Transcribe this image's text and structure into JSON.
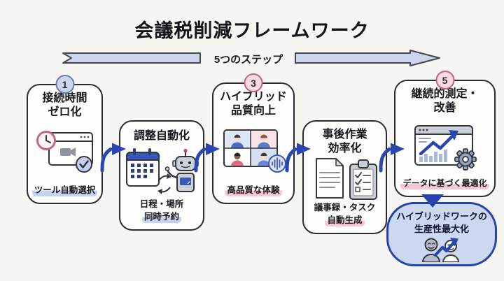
{
  "page": {
    "title": "会議税削減フレームワーク",
    "subtitle": "5つのステップ"
  },
  "colors": {
    "background": "#f5f5f2",
    "card_border": "#2b2b30",
    "flow_arrow_blue": "#2a47b0",
    "ribbon_fill": "#cdd5ee",
    "highlight_blue": "#c6d2ee",
    "highlight_pink": "#f6c8d3",
    "badge_blue_fill": "#ccd6ee",
    "badge_blue_border": "#6b7aa8",
    "badge_pink_fill": "#f8dbe0",
    "badge_pink_border": "#c2607a",
    "outcome_border": "#2742ae",
    "outcome_fill": "#ccd8ef"
  },
  "steps": [
    {
      "badge": "1",
      "title1": "接続時間",
      "title2": "ゼロ化",
      "pre_label": "",
      "label": "ツール自動選択",
      "highlight": "blue",
      "icon": "clock-browser-video-check-icon"
    },
    {
      "badge": "",
      "title1": "調整自動化",
      "title2": "",
      "pre_label": "日程・場所",
      "label": "同時予約",
      "highlight": "blue",
      "icon": "calendar-robot-icon"
    },
    {
      "badge": "3",
      "title1": "ハイブリッド",
      "title2": "品質向上",
      "pre_label": "",
      "label": "高品質な体験",
      "highlight": "pink",
      "icon": "video-call-grid-audio-icon"
    },
    {
      "badge": "",
      "title1": "事後作業",
      "title2": "効率化",
      "pre_label": "議事録・タスク",
      "label": "自動生成",
      "highlight": "pink",
      "icon": "document-checklist-icon"
    },
    {
      "badge": "5",
      "title1": "継続的測定・",
      "title2": "改善",
      "pre_label": "",
      "label": "データに基づく最適化",
      "highlight": "pink",
      "icon": "analytics-chart-gear-icon"
    }
  ],
  "outcome": {
    "line1": "ハイブリッドワークの",
    "line2": "生産性最大化",
    "icon": "people-growth-arrow-icon"
  }
}
